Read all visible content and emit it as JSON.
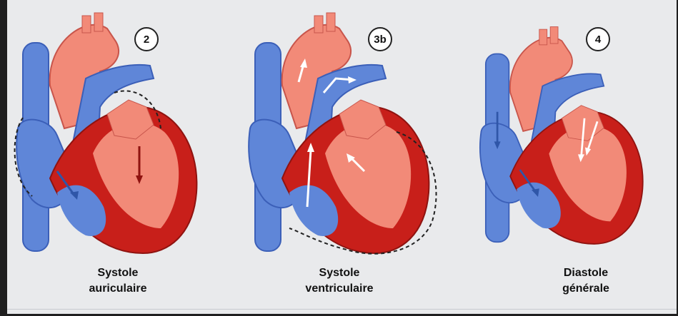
{
  "panels": [
    {
      "badge": "2",
      "caption_line1": "Systole",
      "caption_line2": "auriculaire",
      "state": "atrial-systole"
    },
    {
      "badge": "3b",
      "caption_line1": "Systole",
      "caption_line2": "ventriculaire",
      "state": "ventricular-systole"
    },
    {
      "badge": "4",
      "caption_line1": "Diastole",
      "caption_line2": "générale",
      "state": "general-diastole"
    }
  ],
  "colors": {
    "oxygenated_light": "#f28a78",
    "oxygenated_dark": "#c81f1a",
    "deoxygenated": "#5f86d8",
    "deoxygenated_dark": "#3b5fb8",
    "background": "#e9eaec"
  }
}
